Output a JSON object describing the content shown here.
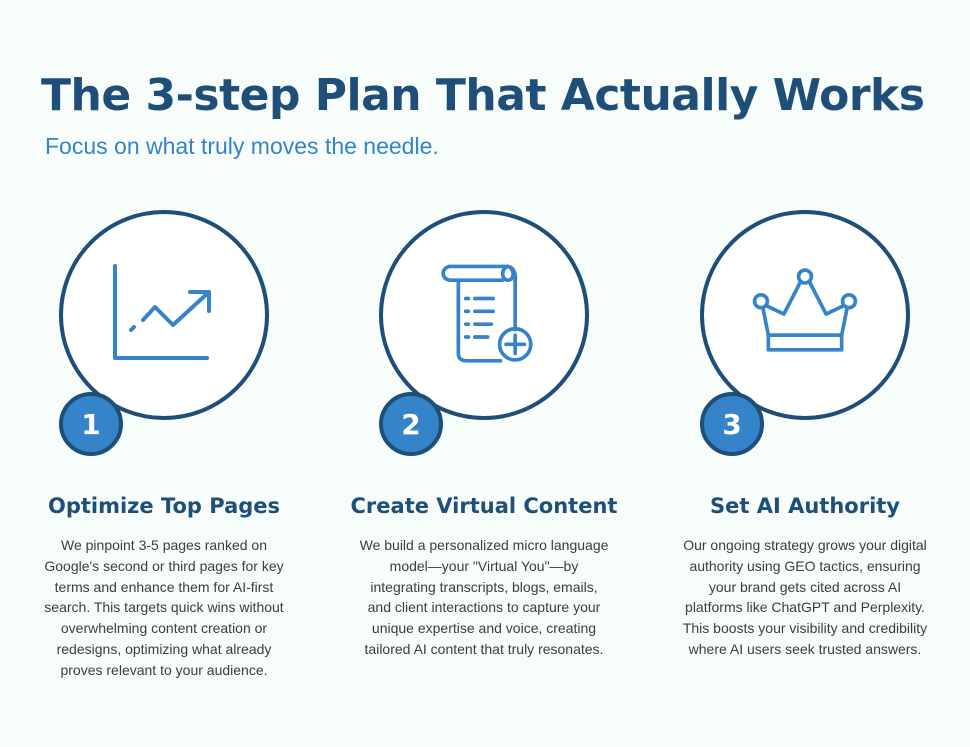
{
  "header": {
    "title": "The 3-step Plan That Actually Works",
    "subtitle": "Focus on what truly moves the needle."
  },
  "colors": {
    "background": "#f7fdfa",
    "primary_dark": "#1f4e79",
    "accent_blue": "#3583c8",
    "body_text": "#3d3d3d"
  },
  "steps": [
    {
      "number": "1",
      "icon": "growth-chart-icon",
      "title": "Optimize Top Pages",
      "description": "We pinpoint 3-5 pages ranked on Google's second or third pages for key terms and enhance them for AI-first search. This targets quick wins without overwhelming content creation or redesigns, optimizing what already proves relevant to your audience."
    },
    {
      "number": "2",
      "icon": "scroll-document-add-icon",
      "title": "Create Virtual Content",
      "description": "We build a personalized micro language model—your \"Virtual You\"—by integrating transcripts, blogs, emails, and client interactions to capture your unique expertise and voice, creating tailored AI content that truly resonates."
    },
    {
      "number": "3",
      "icon": "crown-icon",
      "title": "Set AI Authority",
      "description": "Our ongoing strategy grows your digital authority using GEO tactics, ensuring your brand gets cited across AI platforms like ChatGPT and Perplexity. This boosts your visibility and credibility where AI users seek trusted answers."
    }
  ]
}
